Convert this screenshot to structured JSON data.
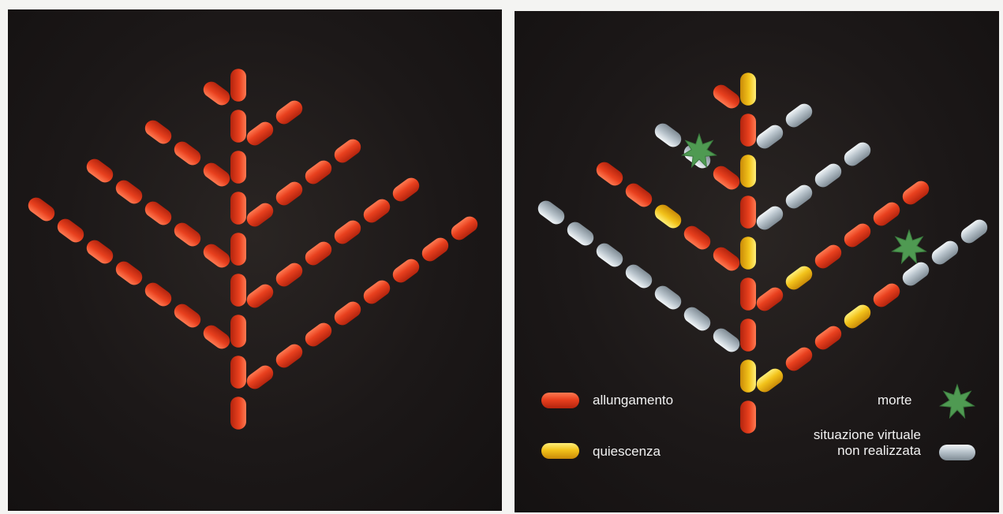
{
  "legend": {
    "allungamento": "allungamento",
    "quiescenza": "quiescenza",
    "morte": "morte",
    "virtuale_line1": "situazione virtuale",
    "virtuale_line2": "non realizzata"
  },
  "colors": {
    "allungamento": "#e8401e",
    "quiescenza": "#f2c21a",
    "virtuale": "#b9c4cc",
    "morte": "#4f9a52",
    "background": "#1c1818"
  }
}
